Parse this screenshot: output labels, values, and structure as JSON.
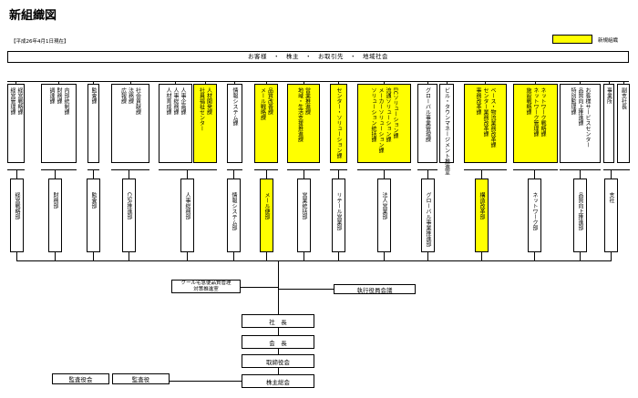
{
  "title": "新組織図",
  "as_of": "【平成26年4月1日現在】",
  "legend": {
    "label": "新規組織",
    "color": "#ffff00"
  },
  "banner": "お客様　・　株主　・　お取引先　・　地域社会",
  "top_boxes": [
    {
      "labels": [
        "経営戦略課",
        "経営管理課"
      ],
      "yellow": false
    },
    {
      "labels": [
        "内部統制課",
        "財務課",
        "調達課"
      ],
      "yellow": false
    },
    {
      "labels": [
        "監査課"
      ],
      "yellow": false
    },
    {
      "labels": [
        "社会貢献課",
        "法務課",
        "広報課"
      ],
      "yellow": false
    },
    {
      "labels": [
        "人事企画課",
        "人事総務課",
        "人材育成課"
      ],
      "yellow": false
    },
    {
      "labels": [
        "人材開発課",
        "社員福祉センター"
      ],
      "yellow": true
    },
    {
      "labels": [
        "情報システム課"
      ],
      "yellow": false
    },
    {
      "labels": [
        "品質改善課",
        "メール戦略課"
      ],
      "yellow": true
    },
    {
      "labels": [
        "営業推進課",
        "地域・生活支援推進課"
      ],
      "yellow": true
    },
    {
      "labels": [
        "センター・ソリューション課"
      ],
      "yellow": true
    },
    {
      "labels": [
        "ECソリューション課",
        "流通ソリューション課",
        "メーカーソリューション課",
        "ソリューション統括課"
      ],
      "yellow": true
    },
    {
      "labels": [
        "グローバル事業管理課"
      ],
      "yellow": false
    },
    {
      "labels": [
        "ビル・タウンマネージメント推進室"
      ],
      "yellow": false
    },
    {
      "labels": [
        "ベース・物流業務改革課",
        "センター業務改革課",
        "事務改革課"
      ],
      "yellow": true
    },
    {
      "labels": [
        "ネットワーク戦略課",
        "ネットワーク管理課",
        "施設戦略課"
      ],
      "yellow": true
    },
    {
      "labels": [
        "お客様サービスセンター",
        "品質向上推進課",
        "特別監理課"
      ],
      "yellow": false
    },
    {
      "labels": [
        "事業所"
      ],
      "yellow": false
    },
    {
      "labels": [
        "副支社長"
      ],
      "yellow": false
    }
  ],
  "departments": [
    {
      "label": "経営戦略部",
      "yellow": false
    },
    {
      "label": "財務部",
      "yellow": false
    },
    {
      "label": "監査部",
      "yellow": false
    },
    {
      "label": "CSR推進部",
      "yellow": false
    },
    {
      "label": "人事総務部",
      "yellow": false
    },
    {
      "label": "情報システム部",
      "yellow": false
    },
    {
      "label": "メール便部",
      "yellow": true
    },
    {
      "label": "営業統括部",
      "yellow": false
    },
    {
      "label": "リテール営業部",
      "yellow": false
    },
    {
      "label": "法人営業部",
      "yellow": false
    },
    {
      "label": "グローバル事業推進部",
      "yellow": false
    },
    {
      "label": "構造改革部",
      "yellow": true
    },
    {
      "label": "ネットワーク部",
      "yellow": false
    },
    {
      "label": "品質向上推進部",
      "yellow": false
    },
    {
      "label": "支社",
      "yellow": false
    }
  ],
  "committee_left": [
    "クール宅急便品質管理",
    "対策推進室"
  ],
  "committee_right": "執行役員会議",
  "hierarchy": [
    "社　長",
    "会　長",
    "取締役会",
    "株主総会"
  ],
  "auditors": [
    "監査役会",
    "監査役"
  ]
}
